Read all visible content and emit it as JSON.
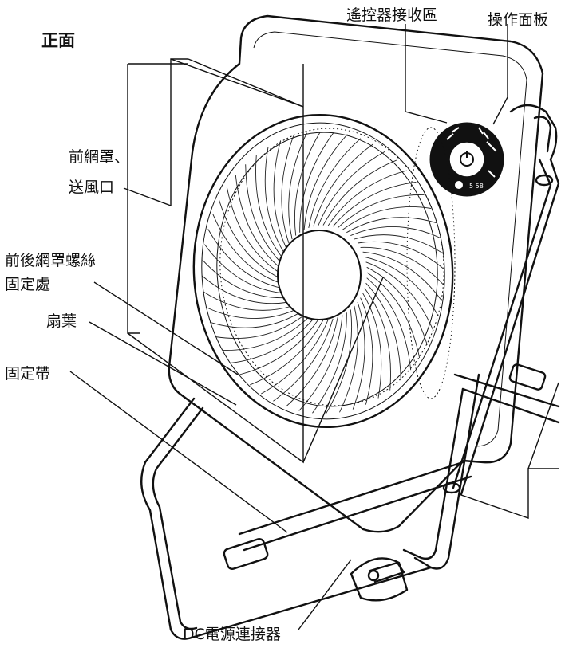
{
  "page": {
    "title": "正面"
  },
  "labels": {
    "remote_receiver": "遙控器接收區",
    "control_panel": "操作面板",
    "front_grille_line1": "前網罩、",
    "front_grille_line2": "送風口",
    "grille_screw_line1": "前後網罩螺絲",
    "grille_screw_line2": "固定處",
    "fan_blade": "扇葉",
    "fixing_strap": "固定帶",
    "dc_connector": "DC電源連接器"
  }
}
